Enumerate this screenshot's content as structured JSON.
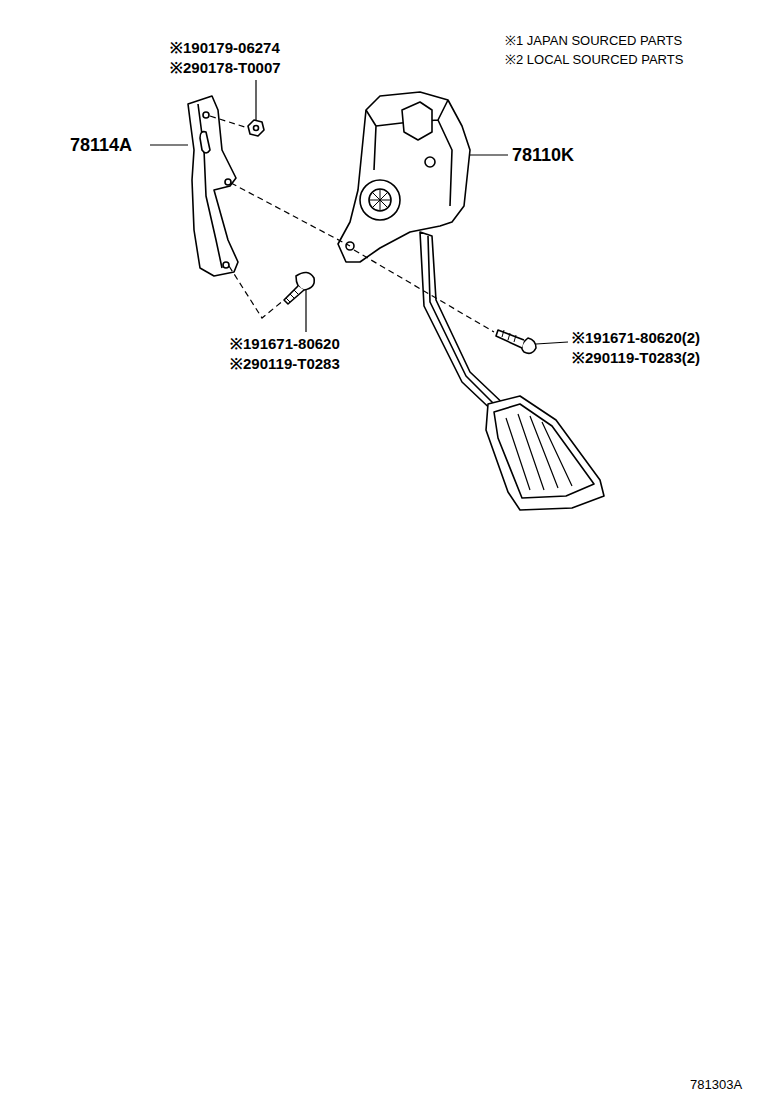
{
  "diagram": {
    "labels": [
      "※1 JAPAN SOURCED PARTS",
      "※2 LOCAL SOURCED PARTS",
      "※190179-06274",
      "※290178-T0007",
      "78114A",
      "78110K",
      "※191671-80620",
      "※290119-T0283",
      "※191671-80620(2)",
      "※290119-T0283(2)",
      "781303A"
    ]
  }
}
